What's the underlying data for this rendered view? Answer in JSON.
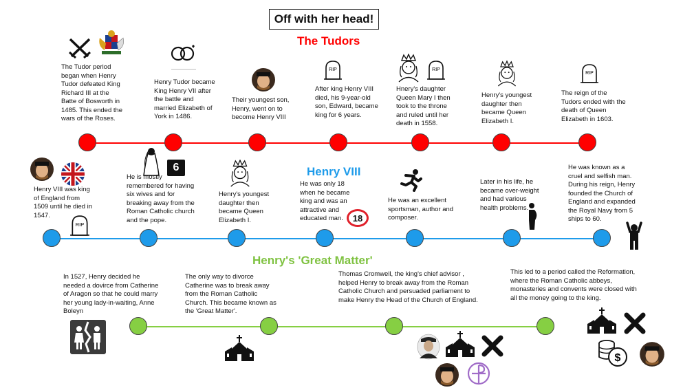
{
  "title": "Off with her head!",
  "sections": {
    "tudors": {
      "heading": "The Tudors",
      "color": "#ff0000"
    },
    "henry": {
      "heading": "Henry VIII",
      "color": "#1e9bea"
    },
    "matter": {
      "heading": "Henry's 'Great Matter'",
      "color": "#7fc241"
    }
  },
  "tudor_events": [
    "The Tudor period began when Henry Tudor defeated King Richard III at the Batte of Bosworth in 1485. This ended the wars of the Roses.",
    "Henry Tudor became King Henry VII after the battle and married Elizabeth of York in 1486.",
    "Their youngest son, Henry, went on to become Henry VIII",
    "After king Henry VIII died, his 9-year-old son, Edward, became king for 6 years.",
    "Hnery's daughter Queen Mary I then took to the throne and ruled until her death in 1558.",
    "Henry's youngest daughter then became Queen Elizabeth I.",
    "The reign of the Tudors ended with the death of Queen Elizabeth in 1603."
  ],
  "henry_events": [
    "Henry VIII was king of England from 1509 until he died in 1547.",
    "He is mostly remembered for having six wives and for breaking away from the Roman Catholic church and the pope.",
    "Henry's youngest daughter then became Queen Elizabeth I.",
    "He was only 18 when he became king and was an attractive and educated man.",
    "He was an excellent sportsman, author and composer.",
    "Later in his life, he became over-weight and had various health problems.",
    "He was known as a cruel and selfish man. During his reign, Henry founded the Church of England and expanded the Royal Navy from 5 ships to 60."
  ],
  "matter_events": [
    "In 1527, Henry decided he needed a dovirce from Catherine of Aragon so that he could marry her young lady-in-waiting, Anne Boleyn",
    "The only way to divorce Catherine was to break away from the Roman Catholic Church. This became known as the 'Great Matter'.",
    "Thomas Cromwell, the king's chief advisor , helped Henry to break away from the Roman Catholic Church and persuaded parliament to make Henry the Head of the Church of England.",
    "This led to a period called the Reformation, where the Roman Catholic abbeys, monasteries and convents were closed with all the money going to the king."
  ],
  "badges": {
    "six": "6",
    "eighteen": "18",
    "rip": "RIP"
  },
  "icon_names": [
    "crossed-swords-icon",
    "royal-coat-of-arms-icon",
    "wedding-rings-icon",
    "henry-portrait-icon",
    "gravestone-icon",
    "queen-icon",
    "bride-icon",
    "union-jack-icon",
    "runner-icon",
    "pregnant-figure-icon",
    "angry-figure-icon",
    "divorce-icon",
    "church-icon",
    "cross-x-icon",
    "money-icon",
    "chi-rho-icon",
    "cromwell-portrait-icon"
  ]
}
